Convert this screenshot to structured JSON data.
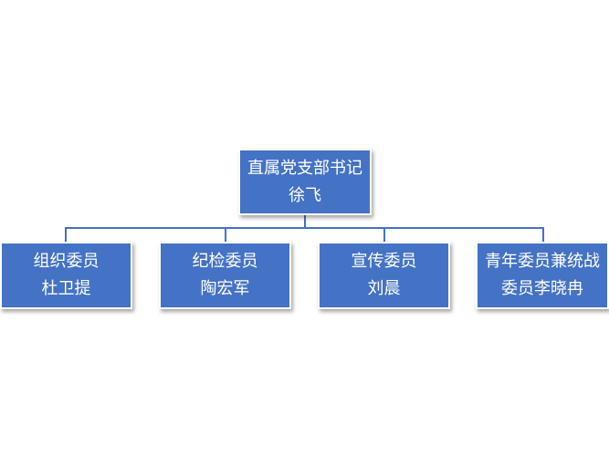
{
  "org_chart": {
    "colors": {
      "node_fill": "#4472c4",
      "node_border": "#ffffff",
      "connector": "#4472c4",
      "text": "#ffffff"
    },
    "root": {
      "title": "直属党支部书记",
      "name": "徐飞"
    },
    "members": [
      {
        "title": "组织委员",
        "name": "杜卫提"
      },
      {
        "title": "纪检委员",
        "name": "陶宏军"
      },
      {
        "title": "宣传委员",
        "name": "刘晨"
      },
      {
        "title": "青年委员兼统战",
        "name": "委员李晓冉"
      }
    ]
  }
}
